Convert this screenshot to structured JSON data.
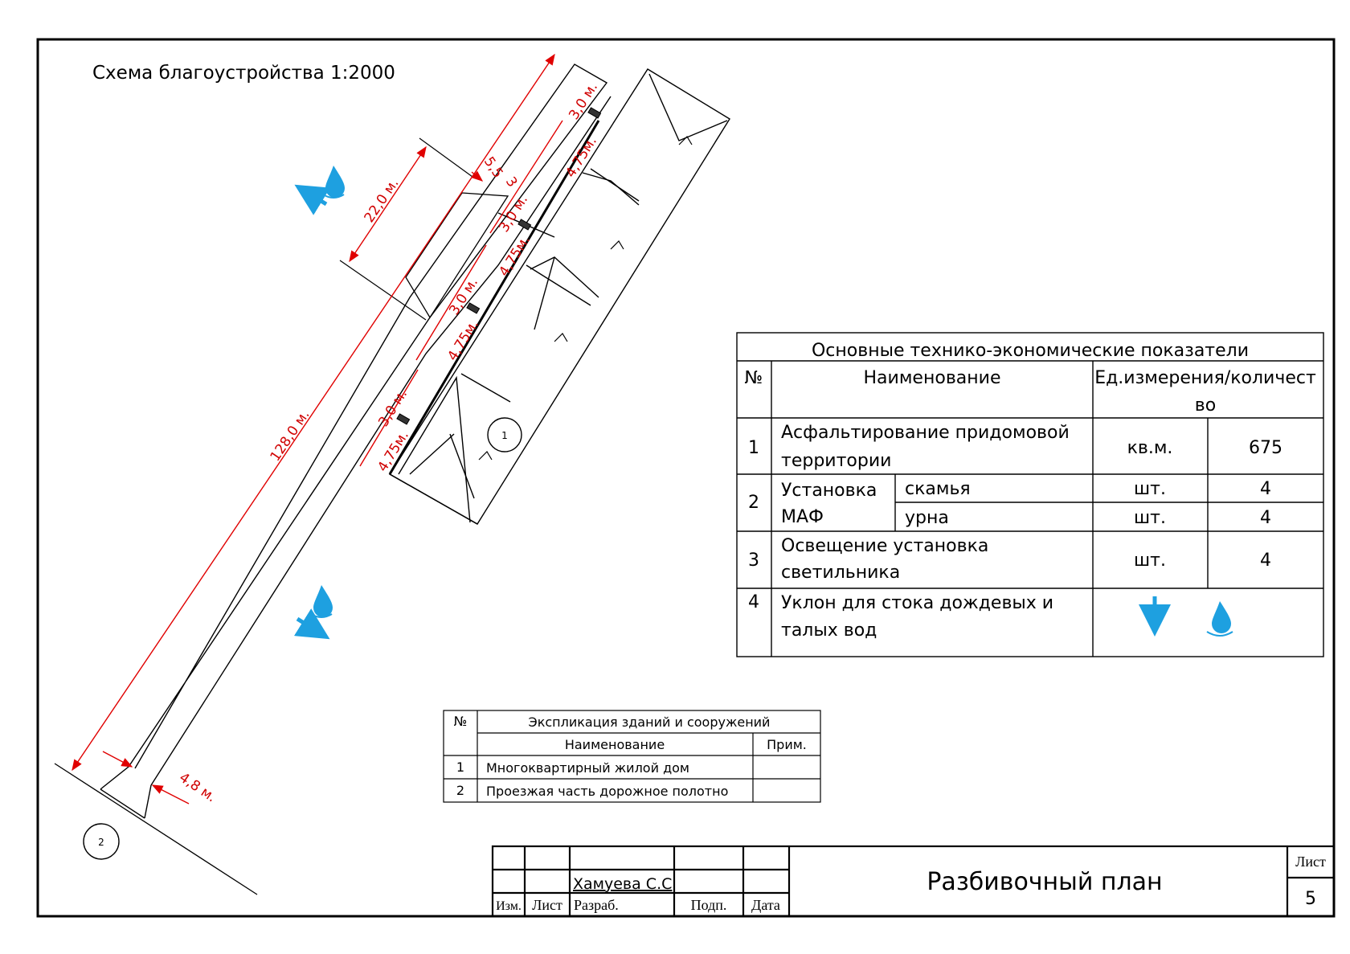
{
  "scheme_title": "Схема благоустройства 1:2000",
  "colors": {
    "dimension": "#d00000",
    "arrow": "#1ea0e0",
    "drop": "#1ea0e0",
    "line": "#000000"
  },
  "dimensions": {
    "length_road": "128,0 м.",
    "length_building": "22,0 м.",
    "width_5_5": "5,5",
    "width_3": "3",
    "road_width": "4,8 м.",
    "bench_3_0": "3,0 м.",
    "bench_4_75": "4,75м."
  },
  "markers": {
    "building": "1",
    "road": "2"
  },
  "tep": {
    "title": "Основные технико-экономические показатели",
    "headers": {
      "num": "№",
      "name": "Наименование",
      "unit_qty": "Ед.измерения/количест во"
    },
    "rows": [
      {
        "num": "1",
        "name_line1": "Асфальтирование придомовой",
        "name_line2": "территории",
        "unit": "кв.м.",
        "qty": "675"
      },
      {
        "num": "2",
        "group_line1": "Установка",
        "group_line2": "МАФ",
        "items": [
          {
            "name": "скамья",
            "unit": "шт.",
            "qty": "4"
          },
          {
            "name": "урна",
            "unit": "шт.",
            "qty": "4"
          }
        ]
      },
      {
        "num": "3",
        "name_line1": "Освещение установка",
        "name_line2": "светильника",
        "unit": "шт.",
        "qty": "4"
      },
      {
        "num": "4",
        "name_line1": "Уклон для стока дождевых и",
        "name_line2": "талых вод",
        "icons": [
          "arrow-down-icon",
          "water-drop-icon"
        ]
      }
    ]
  },
  "explication": {
    "num_header": "№",
    "title": "Экспликация зданий и сооружений",
    "name_header": "Наименование",
    "note_header": "Прим.",
    "rows": [
      {
        "num": "1",
        "name": "Многоквартирный жилой дом",
        "note": ""
      },
      {
        "num": "2",
        "name": "Проезжая часть дорожное полотно",
        "note": ""
      }
    ]
  },
  "title_block": {
    "izm": "Изм.",
    "list_label": "Лист",
    "razrab": "Разраб.",
    "podp": "Подп.",
    "data": "Дата",
    "author": "Хамуева С.С",
    "drawing_title": "Разбивочный план",
    "sheet_label": "Лист",
    "sheet_number": "5"
  }
}
